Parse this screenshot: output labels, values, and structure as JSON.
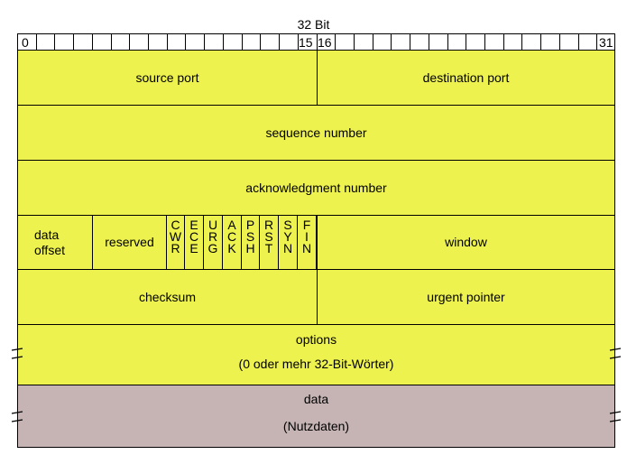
{
  "header": {
    "title": "32 Bit",
    "bit_labels": {
      "start": "0",
      "mid_left": "15",
      "mid_right": "16",
      "end": "31"
    }
  },
  "rows": {
    "source_port": "source port",
    "destination_port": "destination port",
    "sequence_number": "sequence number",
    "acknowledgment_number": "acknowledgment number",
    "data_offset_line1": "data",
    "data_offset_line2": "offset",
    "reserved": "reserved",
    "flags": [
      [
        "C",
        "W",
        "R"
      ],
      [
        "E",
        "C",
        "E"
      ],
      [
        "U",
        "R",
        "G"
      ],
      [
        "A",
        "C",
        "K"
      ],
      [
        "P",
        "S",
        "H"
      ],
      [
        "R",
        "S",
        "T"
      ],
      [
        "S",
        "Y",
        "N"
      ],
      [
        "F",
        "I",
        "N"
      ]
    ],
    "window": "window",
    "checksum": "checksum",
    "urgent_pointer": "urgent pointer",
    "options": "options",
    "options_note": "(0 oder mehr 32-Bit-Wörter)",
    "data": "data",
    "data_note": "(Nutzdaten)"
  },
  "colors": {
    "header_fill": "#eef24e",
    "payload_fill": "#c6b4b4",
    "line": "#000000"
  }
}
